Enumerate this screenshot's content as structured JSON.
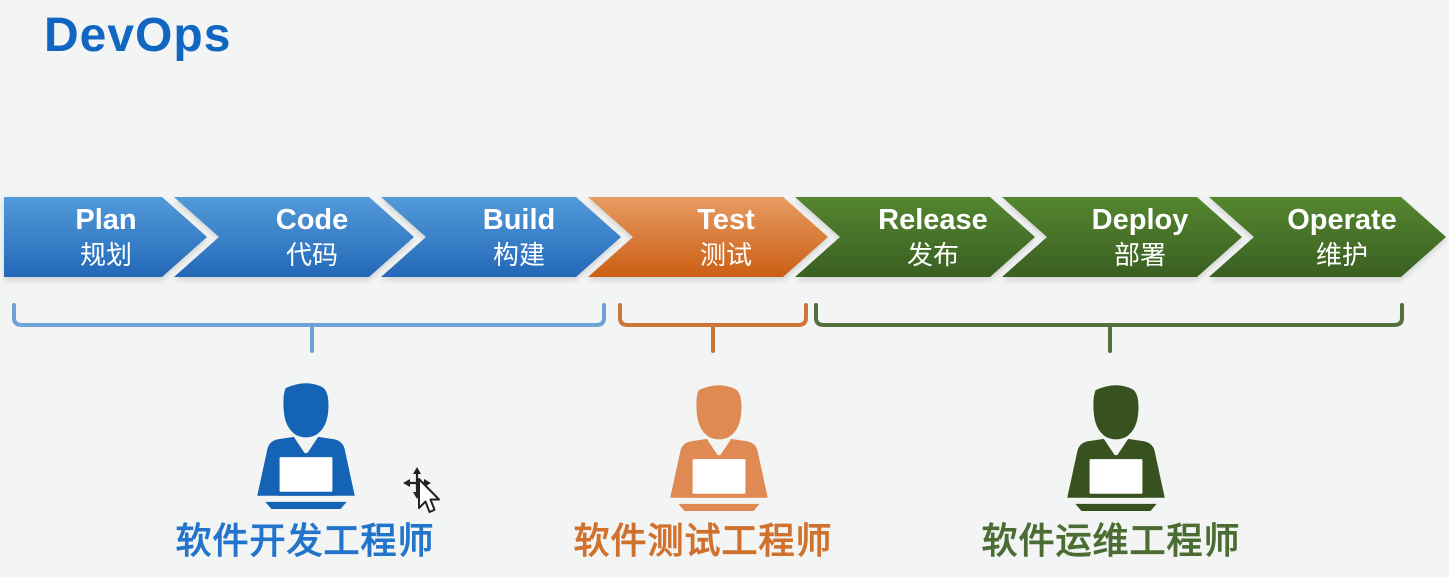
{
  "title": "DevOps",
  "colors": {
    "background": "#f3f4f4",
    "title_blue": "#1166c2",
    "chevron_text": "#ffffff",
    "chevron_blue_top": "#529ad9",
    "chevron_blue_bottom": "#2368b8",
    "chevron_orange_top": "#e79c62",
    "chevron_orange_bottom": "#cb5e14",
    "chevron_green_top": "#54862f",
    "chevron_green_bottom": "#3a5f22",
    "brace_blue": "#6ea2d8",
    "brace_orange": "#cc763a",
    "brace_green": "#53703d",
    "person_dev_blue": "#1463b5",
    "person_test_orange": "#df8a52",
    "person_ops_green": "#37521f",
    "label_dev_blue": "#2374cb",
    "label_test_orange": "#d0712d",
    "label_ops_green": "#4b6c33"
  },
  "pipeline": {
    "stages": [
      {
        "en": "Plan",
        "zh": "规划"
      },
      {
        "en": "Code",
        "zh": "代码"
      },
      {
        "en": "Build",
        "zh": "构建"
      },
      {
        "en": "Test",
        "zh": "测试"
      },
      {
        "en": "Release",
        "zh": "发布"
      },
      {
        "en": "Deploy",
        "zh": "部署"
      },
      {
        "en": "Operate",
        "zh": "维护"
      }
    ]
  },
  "roles": [
    {
      "label": "软件开发工程师"
    },
    {
      "label": "软件测试工程师"
    },
    {
      "label": "软件运维工程师"
    }
  ]
}
